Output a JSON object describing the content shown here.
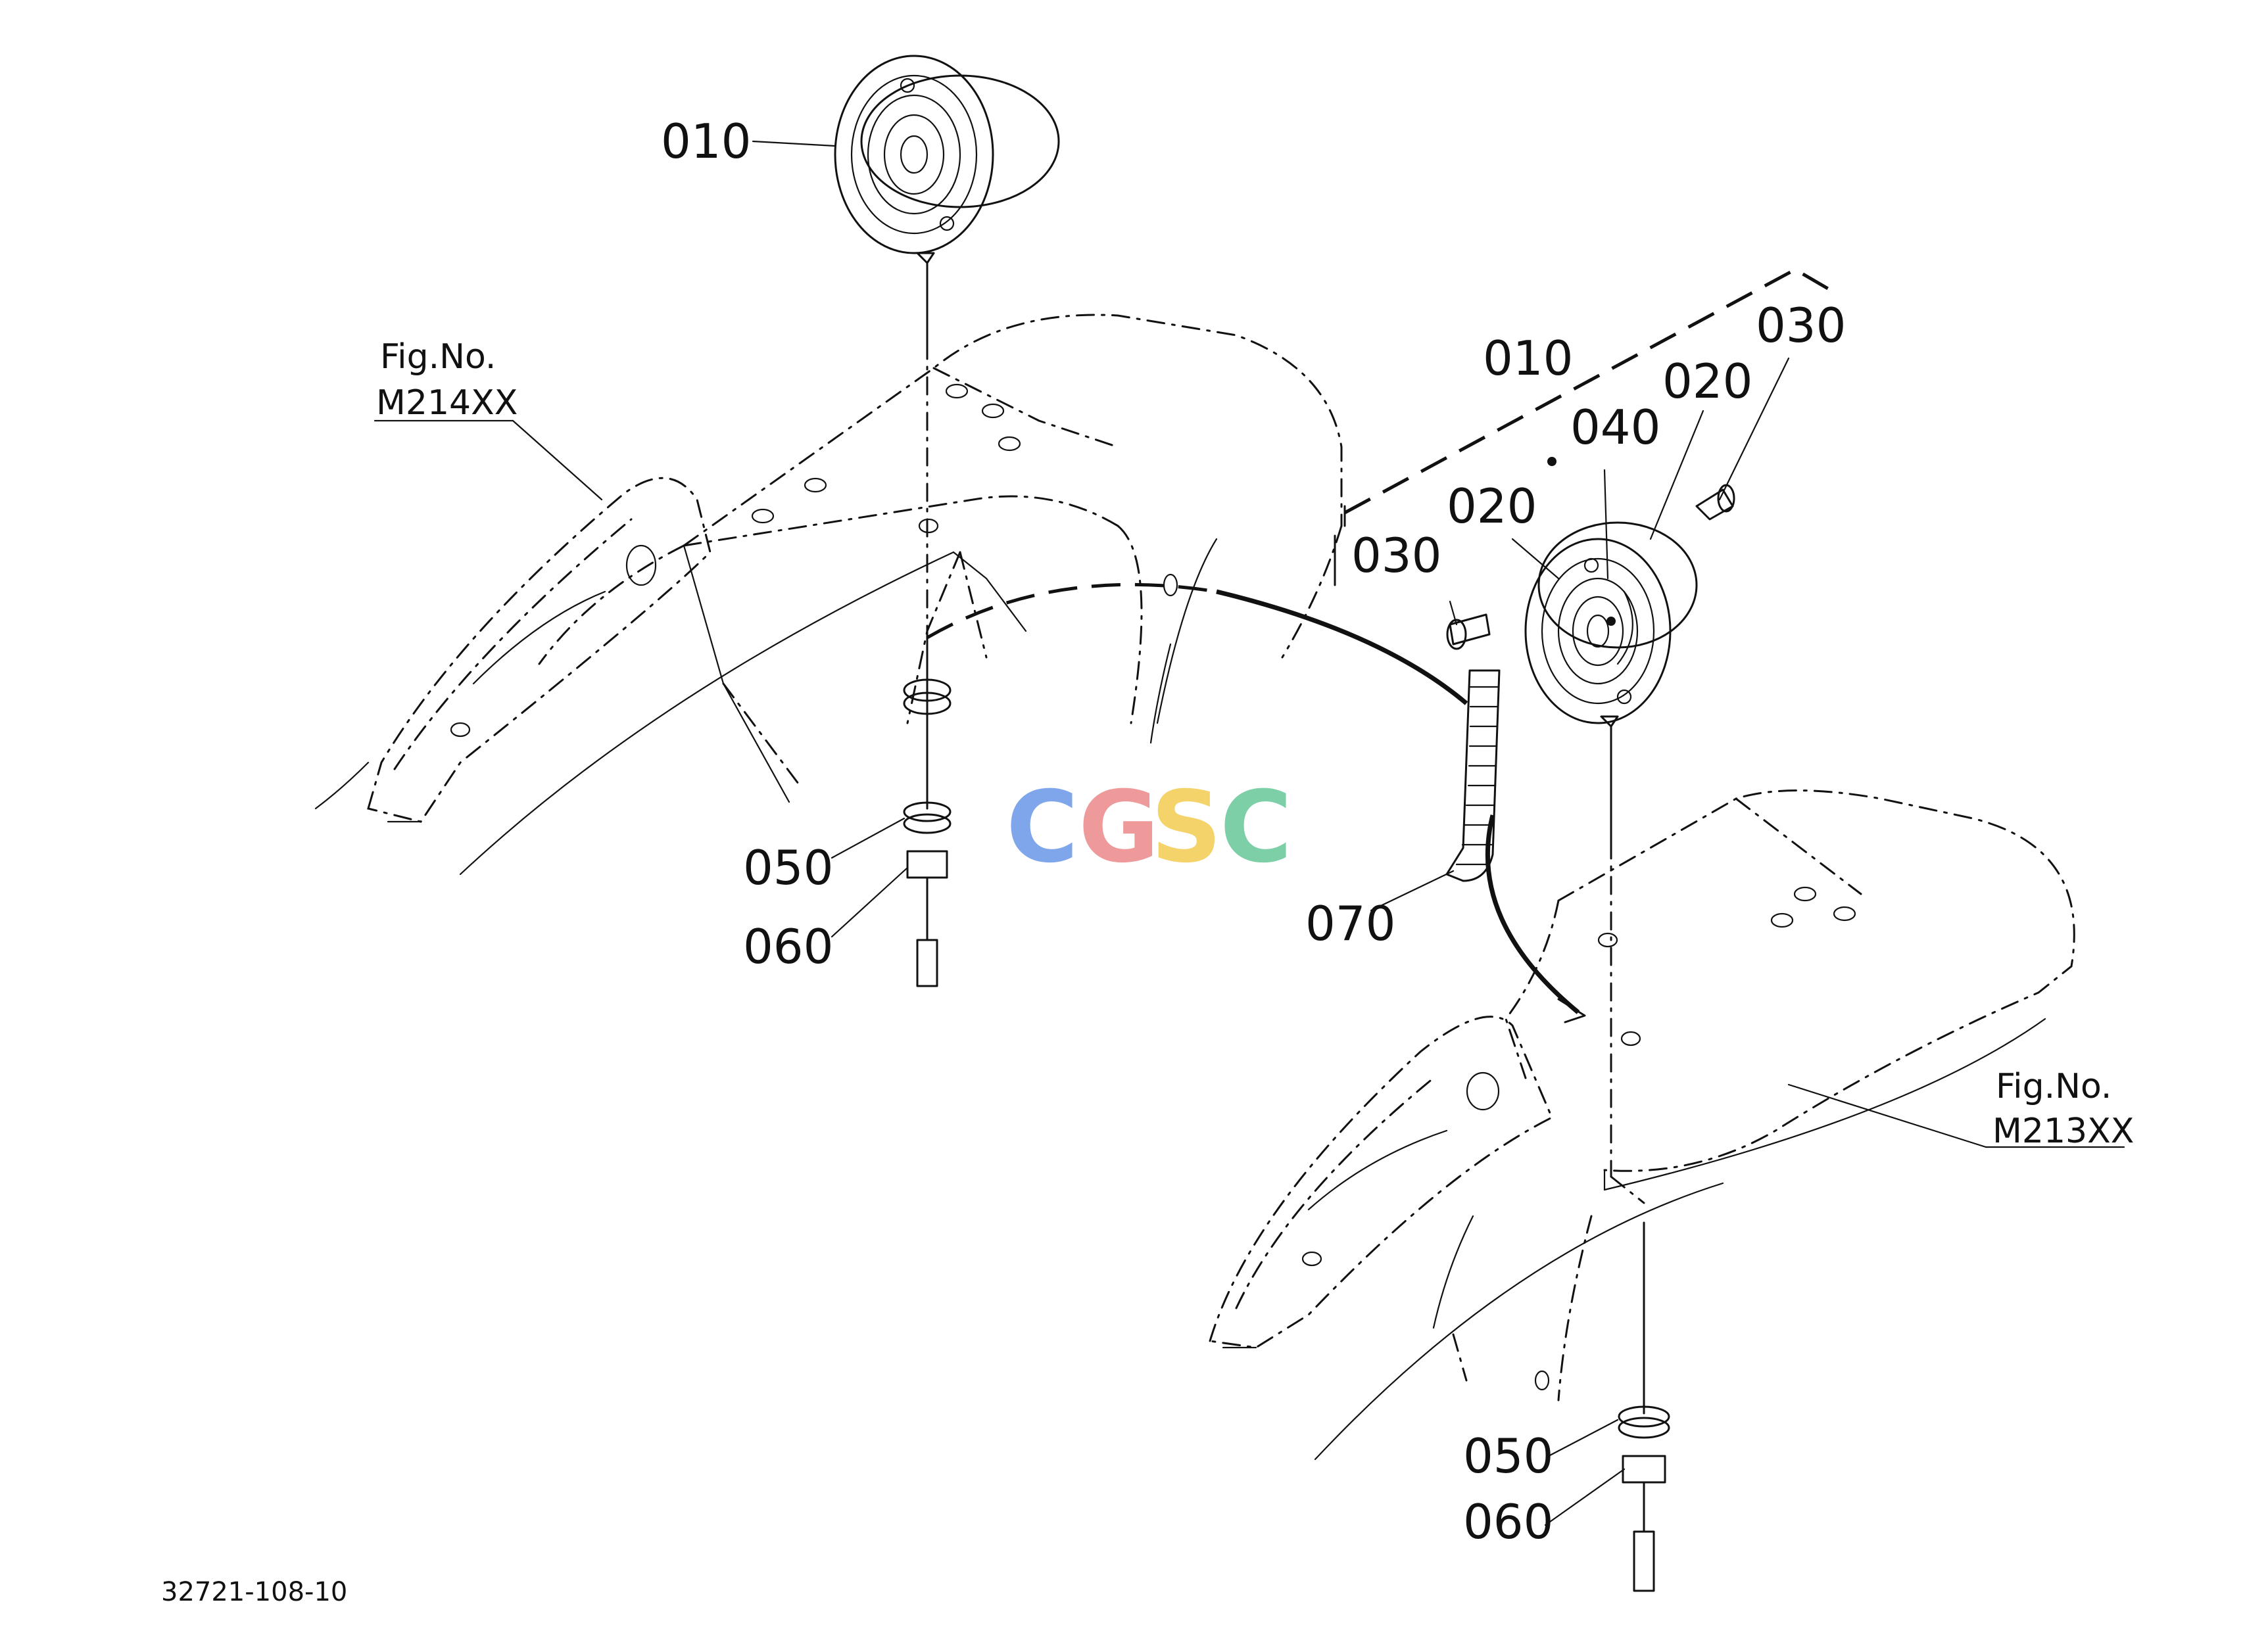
{
  "diagram": {
    "drawing_number": "32721-108-10",
    "watermark": {
      "letters": [
        "C",
        "G",
        "S",
        "C"
      ],
      "colors": [
        "#7fa6ea",
        "#ef9a9a",
        "#f4d36a",
        "#7ccfa6"
      ]
    },
    "left_assembly": {
      "fig_ref_line1": "Fig.No.",
      "fig_ref_line2": "M214XX",
      "callouts": [
        "010",
        "050",
        "060"
      ]
    },
    "right_assembly": {
      "fig_ref_line1": "Fig.No.",
      "fig_ref_line2": "M213XX",
      "callouts": [
        "010",
        "020",
        "030",
        "040",
        "020",
        "030",
        "050",
        "060"
      ]
    },
    "shared_callouts": [
      "070"
    ]
  }
}
